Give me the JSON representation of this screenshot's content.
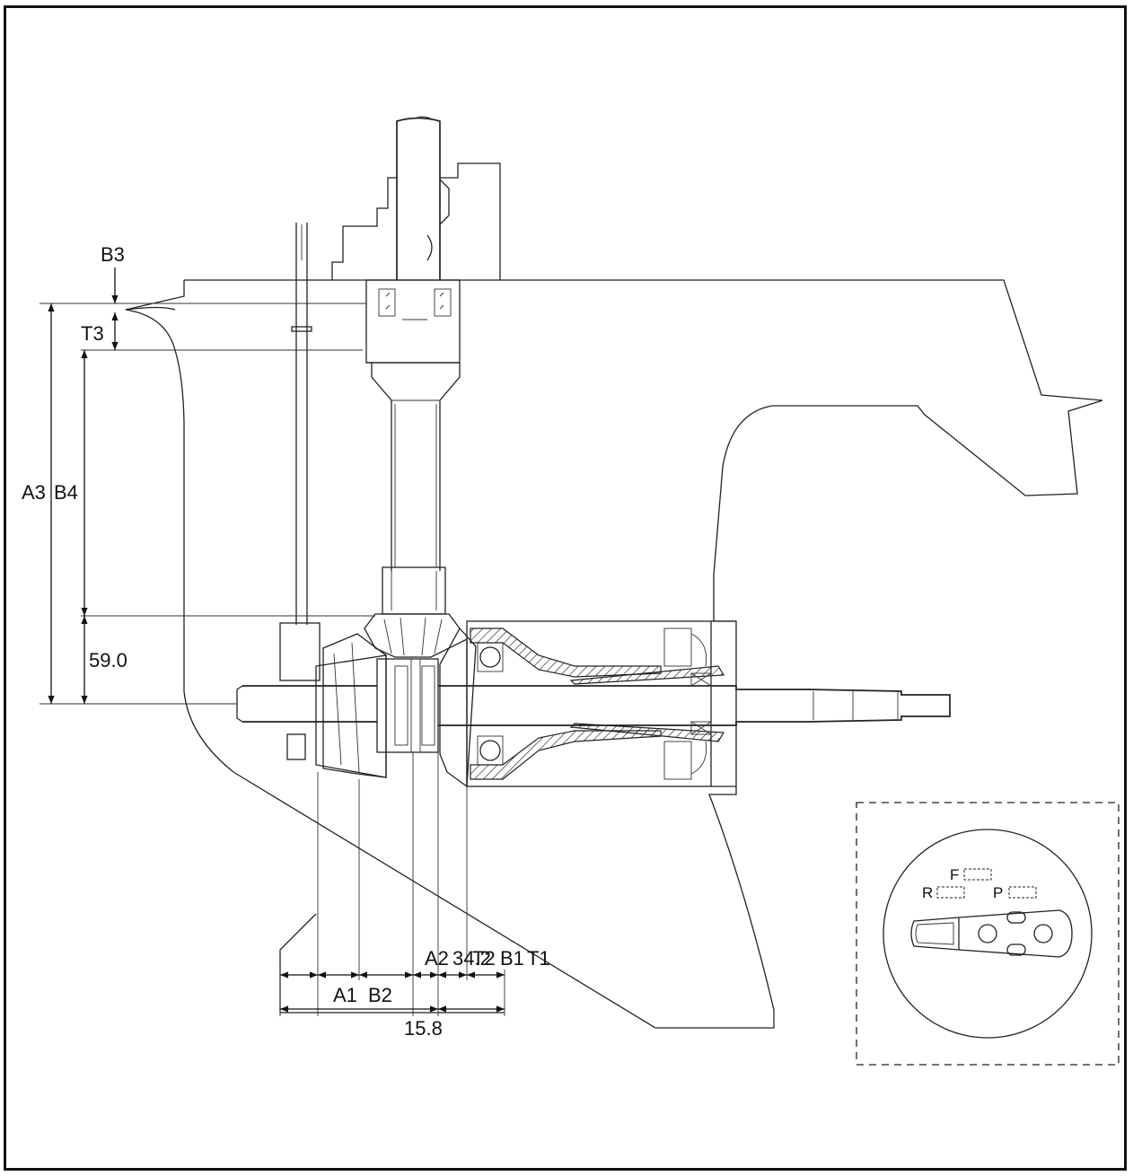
{
  "labels": {
    "b3": "B3",
    "t3": "T3",
    "a3": "A3",
    "b4": "B4",
    "dim_59": "59.0",
    "a2": "A2",
    "dim_34": "34.2",
    "t2": "T2",
    "b1": "B1",
    "t1": "T1",
    "a1": "A1",
    "b2": "B2",
    "dim_158": "15.8"
  },
  "inset": {
    "f": "F",
    "r": "R",
    "p": "P"
  }
}
